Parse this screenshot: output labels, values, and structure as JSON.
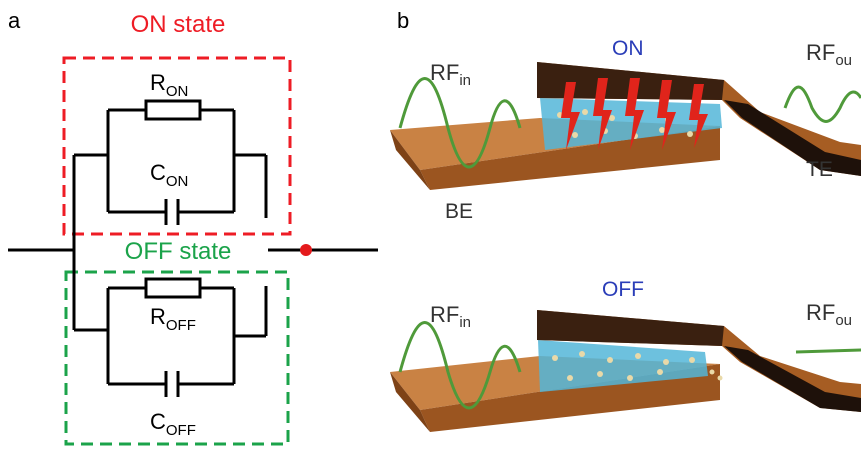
{
  "panel_a": {
    "label": "a",
    "on_state": {
      "title": "ON state",
      "color": "#ee1c25"
    },
    "off_state": {
      "title": "OFF state",
      "color": "#1ba34a"
    },
    "r_on": {
      "main": "R",
      "sub": "ON"
    },
    "c_on": {
      "main": "C",
      "sub": "ON"
    },
    "r_off": {
      "main": "R",
      "sub": "OFF"
    },
    "c_off": {
      "main": "C",
      "sub": "OFF"
    },
    "wire_color": "#000000",
    "dot_color": "#e41a1c"
  },
  "panel_b": {
    "label": "b",
    "on_device": {
      "state": "ON",
      "rf_in": {
        "main": "RF",
        "sub": "in"
      },
      "rf_out": {
        "main": "RF",
        "sub": "ou"
      },
      "be": "BE",
      "te": "TE"
    },
    "off_device": {
      "state": "OFF",
      "rf_in": {
        "main": "RF",
        "sub": "in"
      },
      "rf_out": {
        "main": "RF",
        "sub": "ou"
      }
    },
    "state_color": "#2a3db8",
    "electrode_color": "#b8692a",
    "wave_color": "#4f9a3a",
    "filament_color": "#e0241b",
    "crystal_color": "#54b6d8"
  }
}
